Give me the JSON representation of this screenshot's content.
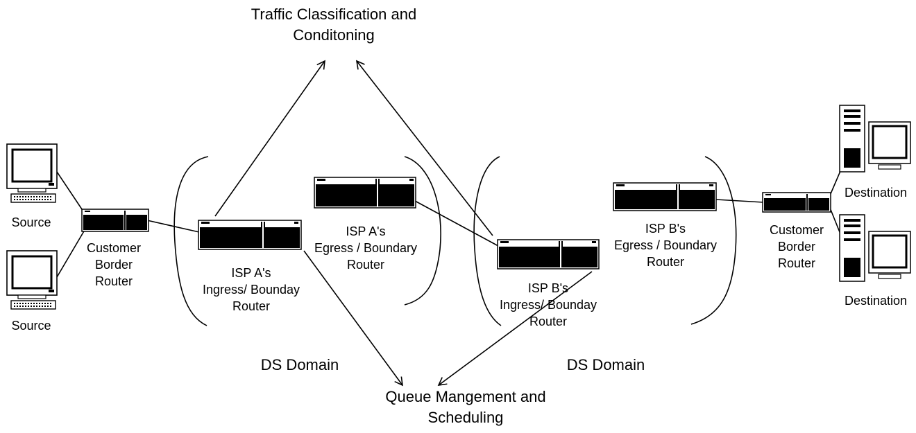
{
  "diagram": {
    "top_title": "Traffic Classification and\nConditoning",
    "bottom_title": "Queue Mangement and\nScheduling",
    "domain_left": "DS Domain",
    "domain_right": "DS Domain",
    "source_top": "Source",
    "source_bottom": "Source",
    "customer_border_left": "Customer\nBorder\nRouter",
    "isp_a_ingress": "ISP A's\nIngress/ Bounday\nRouter",
    "isp_a_egress": "ISP A's\nEgress / Boundary\nRouter",
    "isp_b_ingress": "ISP B's\nIngress/ Bounday\nRouter",
    "isp_b_egress": "ISP B's\nEgress / Boundary\nRouter",
    "customer_border_right": "Customer\nBorder\nRouter",
    "destination_top": "Destination",
    "destination_bottom": "Destination"
  }
}
